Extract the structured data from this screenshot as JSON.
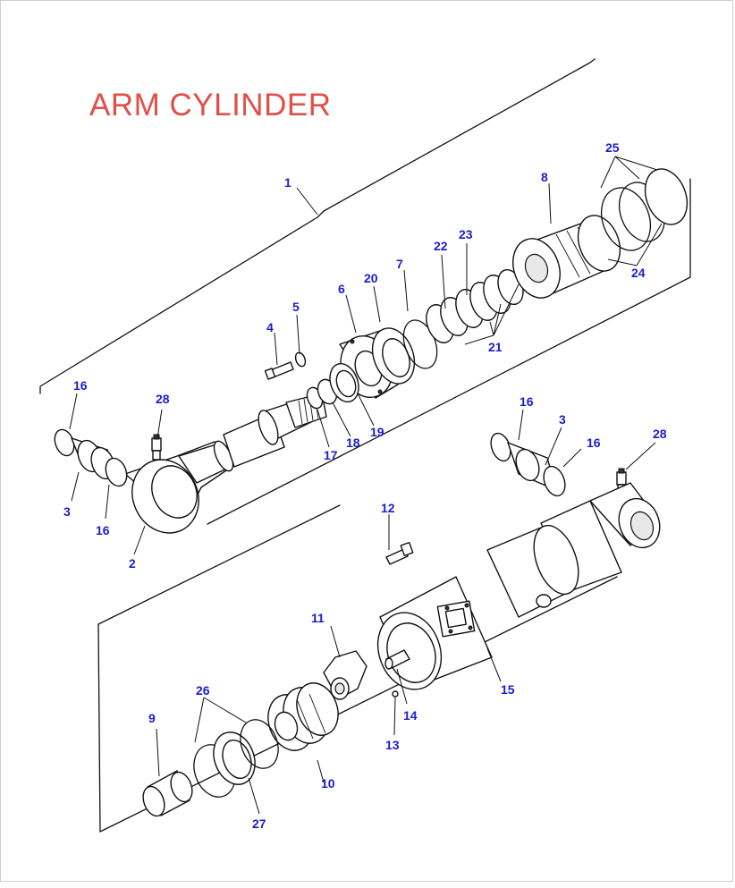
{
  "title": "ARM CYLINDER",
  "colors": {
    "title": "#e0504a",
    "callout": "#1c1ccf",
    "line": "#111111"
  },
  "callouts": [
    {
      "id": "c1",
      "label": "1"
    },
    {
      "id": "c2",
      "label": "2"
    },
    {
      "id": "c3a",
      "label": "3"
    },
    {
      "id": "c3b",
      "label": "3"
    },
    {
      "id": "c4",
      "label": "4"
    },
    {
      "id": "c5",
      "label": "5"
    },
    {
      "id": "c6",
      "label": "6"
    },
    {
      "id": "c7",
      "label": "7"
    },
    {
      "id": "c8",
      "label": "8"
    },
    {
      "id": "c9",
      "label": "9"
    },
    {
      "id": "c10",
      "label": "10"
    },
    {
      "id": "c11",
      "label": "11"
    },
    {
      "id": "c12",
      "label": "12"
    },
    {
      "id": "c13",
      "label": "13"
    },
    {
      "id": "c14",
      "label": "14"
    },
    {
      "id": "c15",
      "label": "15"
    },
    {
      "id": "c16a",
      "label": "16"
    },
    {
      "id": "c16b",
      "label": "16"
    },
    {
      "id": "c16c",
      "label": "16"
    },
    {
      "id": "c16d",
      "label": "16"
    },
    {
      "id": "c17",
      "label": "17"
    },
    {
      "id": "c18",
      "label": "18"
    },
    {
      "id": "c19",
      "label": "19"
    },
    {
      "id": "c20",
      "label": "20"
    },
    {
      "id": "c21",
      "label": "21"
    },
    {
      "id": "c22",
      "label": "22"
    },
    {
      "id": "c23",
      "label": "23"
    },
    {
      "id": "c24",
      "label": "24"
    },
    {
      "id": "c25",
      "label": "25"
    },
    {
      "id": "c26",
      "label": "26"
    },
    {
      "id": "c27",
      "label": "27"
    },
    {
      "id": "c28a",
      "label": "28"
    },
    {
      "id": "c28b",
      "label": "28"
    }
  ]
}
